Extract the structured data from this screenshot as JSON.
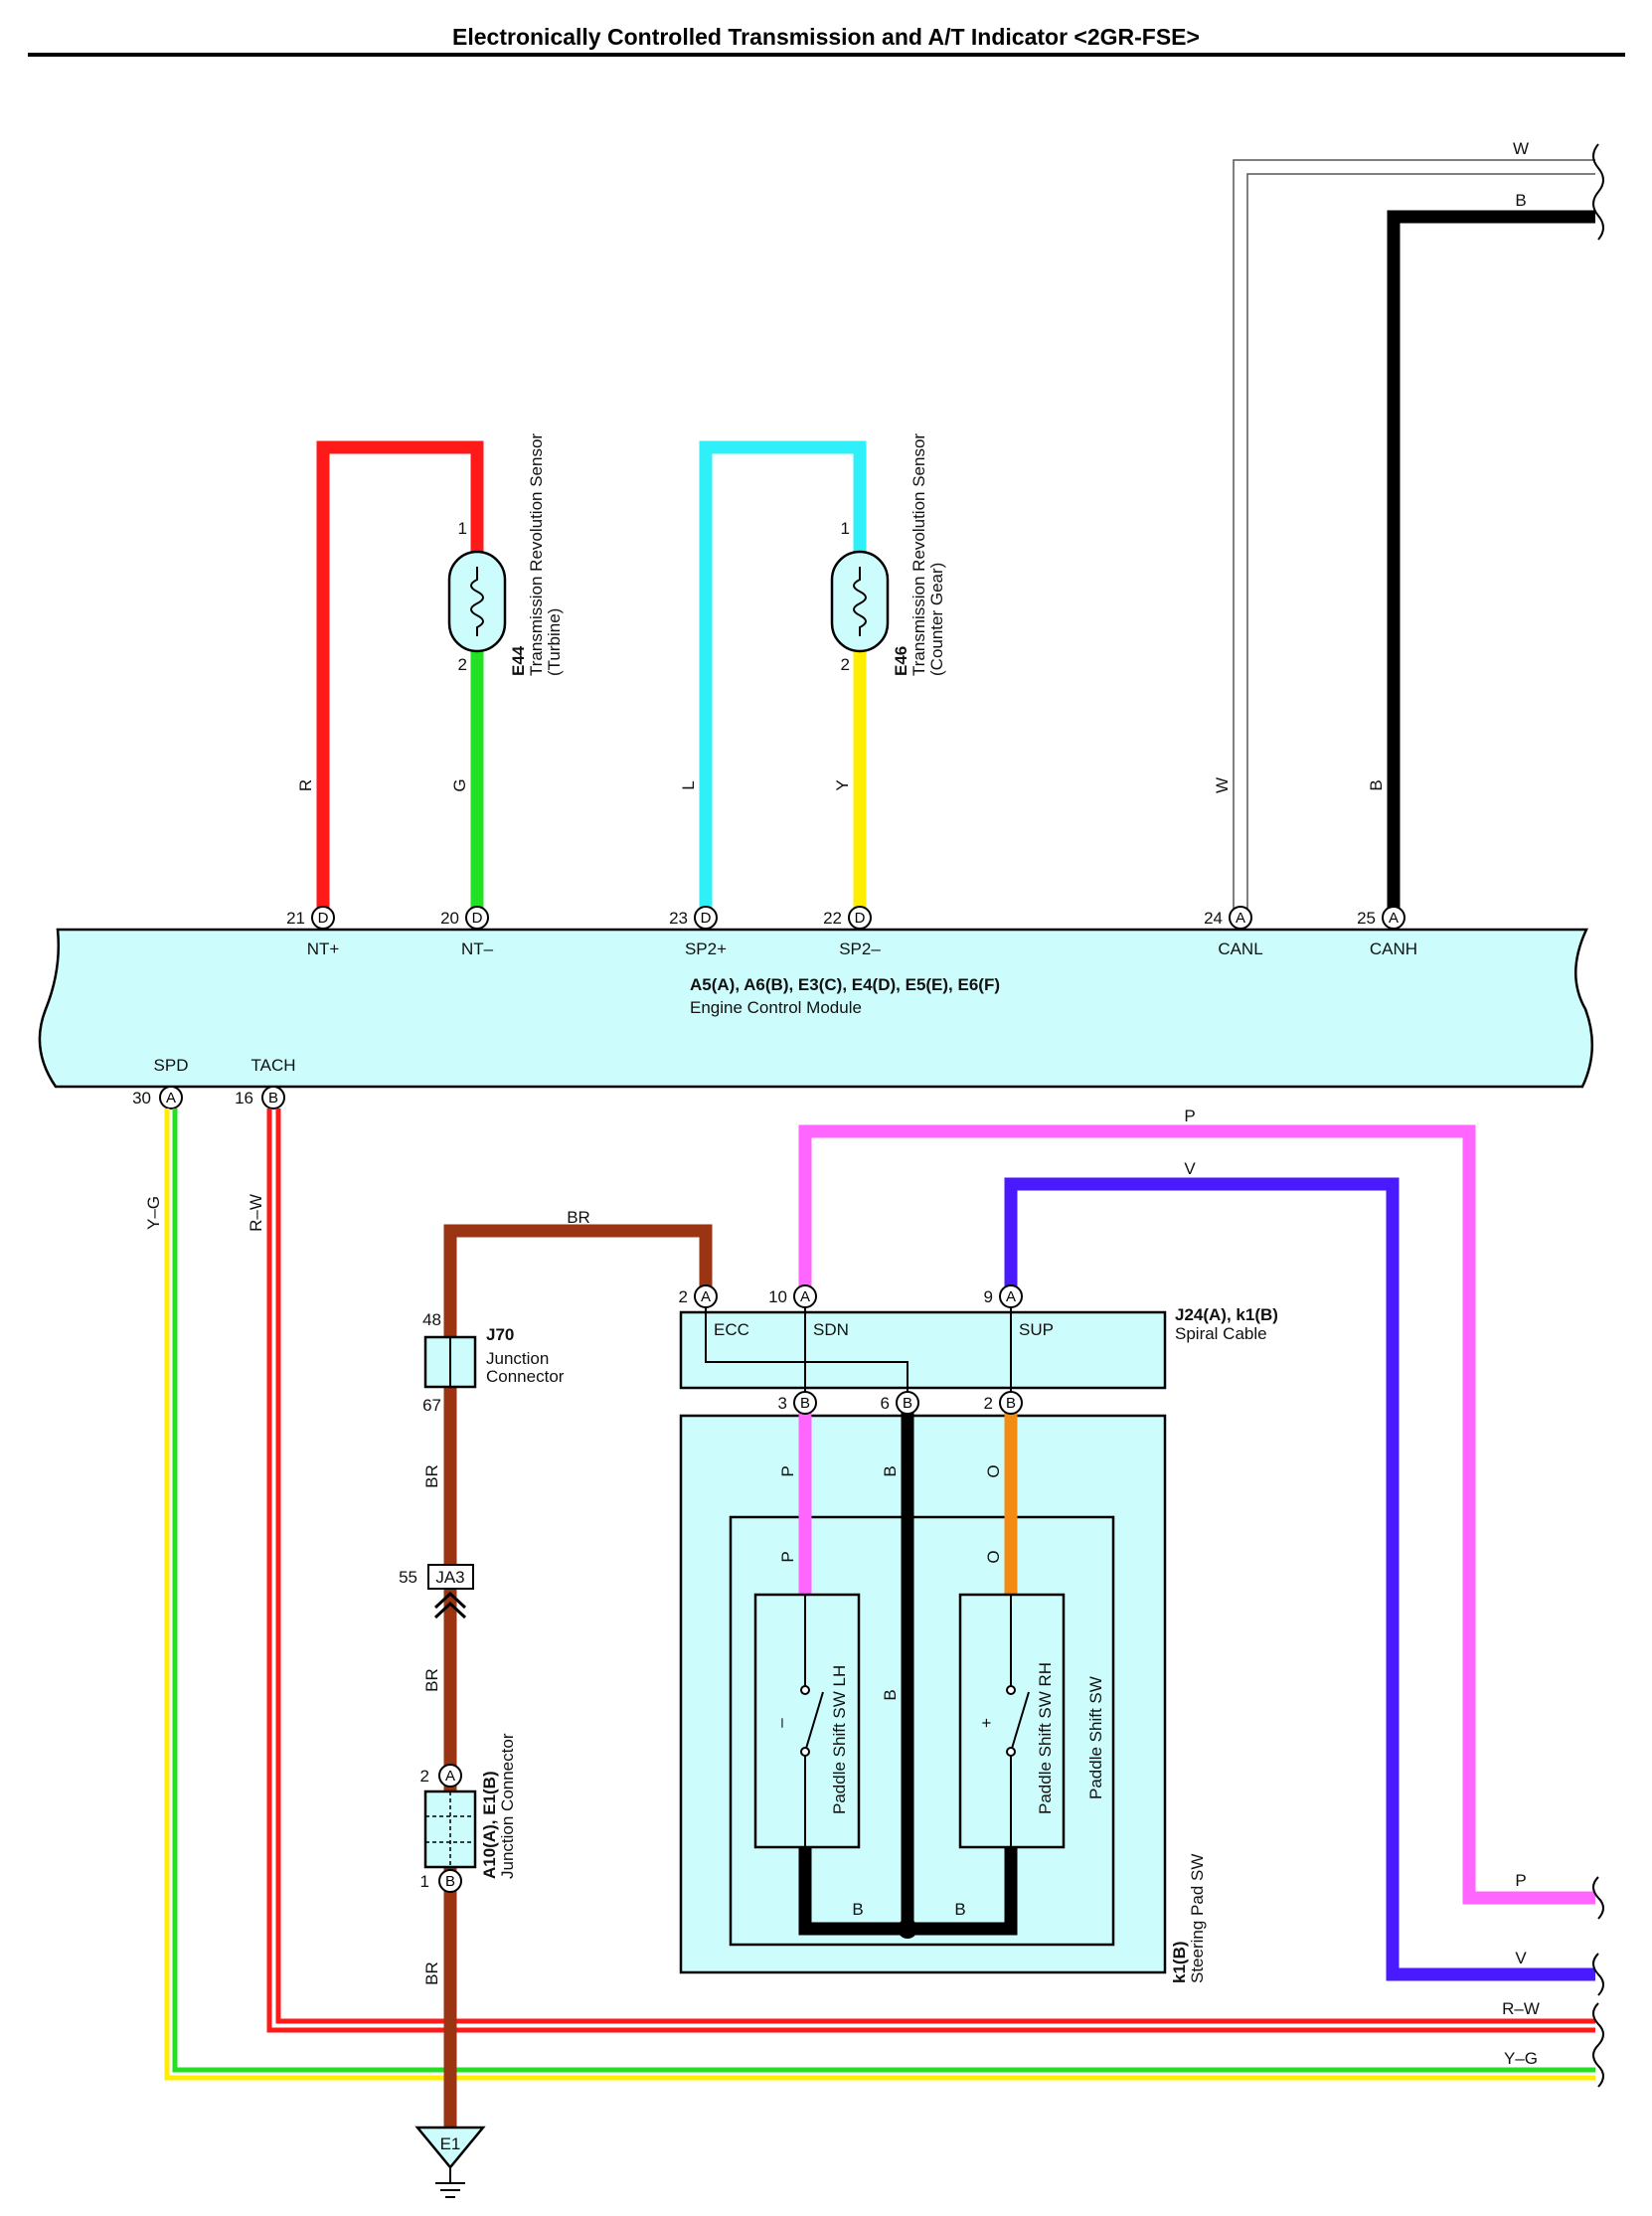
{
  "title": "Electronically Controlled Transmission and A/T Indicator <2GR-FSE>",
  "colors": {
    "R": "#ff1a1a",
    "G": "#22e022",
    "L": "#2ff0f8",
    "Y": "#ffee00",
    "W": "#ffffff",
    "B": "#000000",
    "BR": "#9a3412",
    "P": "#ff66ff",
    "V": "#4a1aff",
    "O": "#f38a12",
    "component_fill": "#ccfcfc"
  },
  "ecm": {
    "connectors": "A5(A), A6(B), E3(C), E4(D), E5(E), E6(F)",
    "name": "Engine Control Module",
    "pins": [
      {
        "num": "21",
        "conn": "D",
        "name": "NT+"
      },
      {
        "num": "20",
        "conn": "D",
        "name": "NT–"
      },
      {
        "num": "23",
        "conn": "D",
        "name": "SP2+"
      },
      {
        "num": "22",
        "conn": "D",
        "name": "SP2–"
      },
      {
        "num": "24",
        "conn": "A",
        "name": "CANL"
      },
      {
        "num": "25",
        "conn": "A",
        "name": "CANH"
      },
      {
        "num": "30",
        "conn": "A",
        "name": "SPD"
      },
      {
        "num": "16",
        "conn": "B",
        "name": "TACH"
      }
    ]
  },
  "sensors": {
    "e44": {
      "id": "E44",
      "name": "Transmission Revolution Sensor",
      "sub": "(Turbine)",
      "pin1": "1",
      "pin2": "2"
    },
    "e46": {
      "id": "E46",
      "name": "Transmission Revolution Sensor",
      "sub": "(Counter Gear)",
      "pin1": "1",
      "pin2": "2"
    }
  },
  "wire_labels": {
    "r": "R",
    "g": "G",
    "l": "L",
    "y": "Y",
    "w_vert": "W",
    "b_vert": "B",
    "w_top": "W",
    "b_top": "B",
    "yg": "Y–G",
    "rw": "R–W",
    "br_top": "BR",
    "br_mid1": "BR",
    "br_mid2": "BR",
    "br_bottom": "BR",
    "p_top": "P",
    "v_top": "V",
    "p_right": "P",
    "v_right": "V",
    "rw_right": "R–W",
    "yg_right": "Y–G",
    "p_inner1": "P",
    "p_inner2": "P",
    "b_inner1": "B",
    "b_inner2": "B",
    "o_inner1": "O",
    "o_inner2": "O",
    "b_bottom_left": "B",
    "b_bottom_right": "B"
  },
  "j70": {
    "id": "J70",
    "line1": "Junction",
    "line2": "Connector",
    "pin_top": "48",
    "pin_bottom": "67"
  },
  "ja3": {
    "id": "JA3",
    "pin": "55"
  },
  "a10": {
    "id": "A10(A), E1(B)",
    "name": "Junction Connector",
    "pin_a": "2",
    "conn_a": "A",
    "pin_b": "1",
    "conn_b": "B"
  },
  "spiral": {
    "id": "J24(A), k1(B)",
    "name": "Spiral Cable",
    "pins_top": [
      {
        "num": "2",
        "conn": "A"
      },
      {
        "num": "10",
        "conn": "A"
      },
      {
        "num": "9",
        "conn": "A"
      }
    ],
    "labels": [
      "ECC",
      "SDN",
      "SUP"
    ],
    "pins_bottom": [
      {
        "num": "3",
        "conn": "B"
      },
      {
        "num": "6",
        "conn": "B"
      },
      {
        "num": "2",
        "conn": "B"
      }
    ]
  },
  "steering": {
    "id": "k1(B)",
    "name": "Steering Pad SW",
    "inner": "Paddle Shift SW",
    "lh": "Paddle Shift SW LH",
    "rh": "Paddle Shift SW RH",
    "lh_sign": "–",
    "rh_sign": "+"
  },
  "ground": {
    "id": "E1"
  }
}
